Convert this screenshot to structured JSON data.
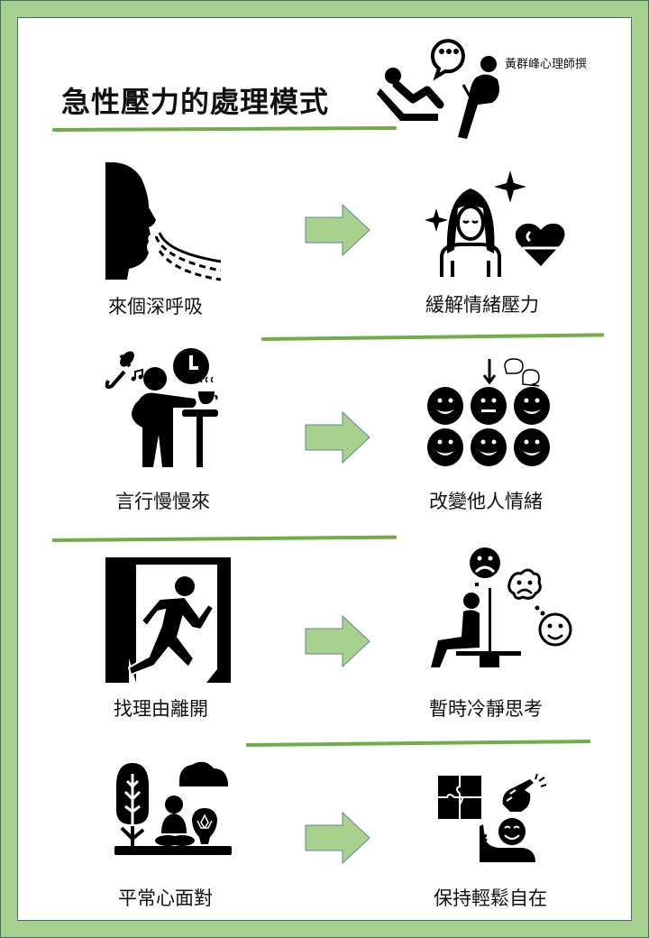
{
  "header": {
    "title": "急性壓力的處理模式",
    "author": "黃群峰心理師撰",
    "icon": "counseling-session-icon"
  },
  "colors": {
    "frame_green": "#a9d18e",
    "frame_outline": "#3f6f6a",
    "divider_green": "#70ad47",
    "arrow_fill": "#a9d18e",
    "arrow_outline": "#5b8a8a",
    "page_background": "#ffffff"
  },
  "rows": [
    {
      "action": {
        "label": "來個深呼吸",
        "icon": "deep-breath-icon"
      },
      "arrow_icon": "right-arrow-icon",
      "result": {
        "label": "緩解情緒壓力",
        "icon": "calm-person-heart-icon"
      }
    },
    {
      "action": {
        "label": "言行慢慢來",
        "icon": "slow-down-person-icon"
      },
      "arrow_icon": "right-arrow-icon",
      "result": {
        "label": "改變他人情緒",
        "icon": "emotion-faces-icon"
      }
    },
    {
      "action": {
        "label": "找理由離開",
        "icon": "exit-running-icon"
      },
      "arrow_icon": "right-arrow-icon",
      "result": {
        "label": "暫時冷靜思考",
        "icon": "thinking-seated-icon"
      }
    },
    {
      "action": {
        "label": "平常心面對",
        "icon": "meditation-nature-icon"
      },
      "arrow_icon": "right-arrow-icon",
      "result": {
        "label": "保持輕鬆自在",
        "icon": "relaxed-ok-icon"
      }
    }
  ]
}
